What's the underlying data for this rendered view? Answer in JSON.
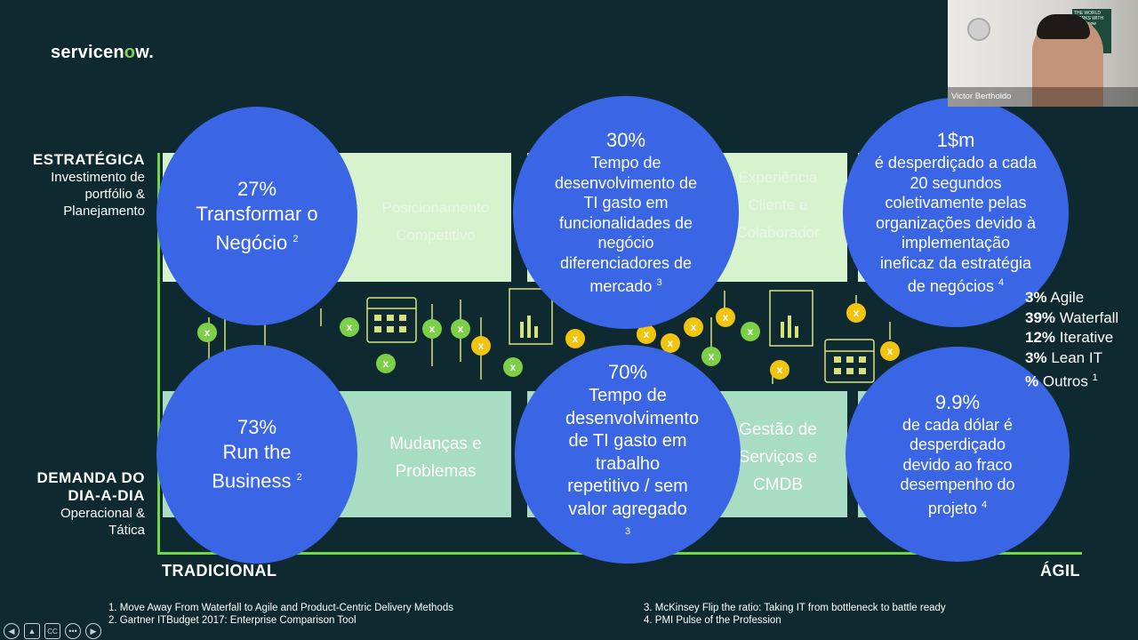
{
  "brand": {
    "name_pre": "servicen",
    "name_o": "o",
    "name_post": "w."
  },
  "yaxis": {
    "top_title": "ESTRATÉGICA",
    "top_sub": "Investimento de portfólio & Planejamento",
    "bottom_title": "DEMANDA DO DIA-A-DIA",
    "bottom_sub": "Operacional & Tática"
  },
  "xaxis": {
    "left": "TRADICIONAL",
    "right": "ÁGIL"
  },
  "cells": {
    "top_1": "Posicionamento Competitivo",
    "top_2": "Experiência Cliente e Colaborador",
    "bottom_1": "Mudanças e Problemas",
    "bottom_2": "Gestão de Serviços e CMDB"
  },
  "circles": {
    "c1": {
      "pct": "27%",
      "text": "Transformar o Negócio",
      "ref": "2"
    },
    "c2": {
      "pct": "30%",
      "text": "Tempo de desenvolvimento de TI gasto em funcionalidades de negócio diferenciadores de mercado",
      "ref": "3"
    },
    "c3": {
      "pct": "1$m",
      "text": "é desperdiçado a cada 20 segundos coletivamente pelas organizações devido à implementação ineficaz da estratégia de negócios",
      "ref": "4"
    },
    "c4": {
      "pct": "73%",
      "text": "Run the Business",
      "ref": "2"
    },
    "c5": {
      "pct": "70%",
      "text": "Tempo de desenvolvimento de TI gasto em trabalho repetitivo / sem valor agregado",
      "ref": "3"
    },
    "c6": {
      "pct": "9.9%",
      "text": "de cada dólar é desperdiçado devido ao fraco desempenho do projeto",
      "ref": "4"
    }
  },
  "methods": [
    {
      "pct": "3%",
      "label": "Agile"
    },
    {
      "pct": "39%",
      "label": "Waterfall"
    },
    {
      "pct": "12%",
      "label": "Iterative"
    },
    {
      "pct": "3%",
      "label": "Lean IT"
    },
    {
      "pct": "%",
      "label": "Outros",
      "ref": "1"
    }
  ],
  "footnotes": {
    "n1": "1.    Move Away From Waterfall to Agile and Product-Centric Delivery Methods",
    "n2": "2.    Gartner ITBudget 2017: Enterprise Comparison Tool",
    "n3": "3.    McKinsey Flip the ratio: Taking IT from bottleneck to battle ready",
    "n4": "4.    PMI Pulse of the Profession"
  },
  "video": {
    "participant": "Victor Bertholdo",
    "banner": "THE WORLD WORKS WITH servicenow"
  },
  "controls": [
    "back-icon",
    "up-icon",
    "captions-icon",
    "more-icon",
    "forward-icon"
  ],
  "colors": {
    "background": "#0e2a30",
    "accent": "#6fd64a",
    "circle": "#3a66e6"
  }
}
